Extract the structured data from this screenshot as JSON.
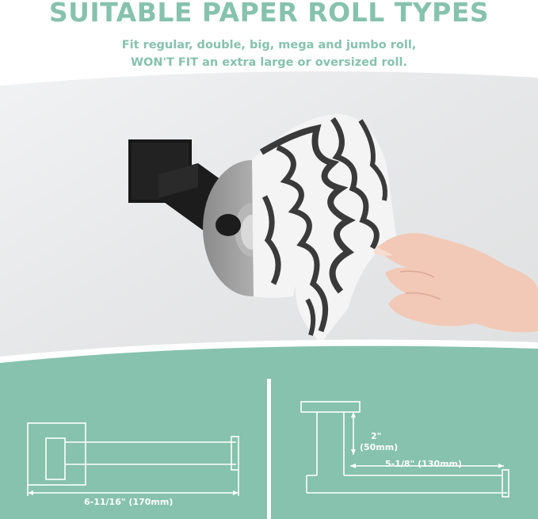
{
  "header": {
    "title": "SUITABLE PAPER ROLL TYPES",
    "line1": "Fit regular, double, big, mega and jumbo roll,",
    "line2": "WON'T FIT an extra large or oversized roll."
  },
  "dimensions": {
    "length_label": "6-11/16\" (170mm)",
    "height_label_1": "2\"",
    "height_label_2": "(50mm)",
    "depth_label": "5-1/8\" (130mm)"
  },
  "colors": {
    "accent": "#86c2ad",
    "holder_black": "#1b1b1b",
    "wall": "#e9eaeb"
  }
}
